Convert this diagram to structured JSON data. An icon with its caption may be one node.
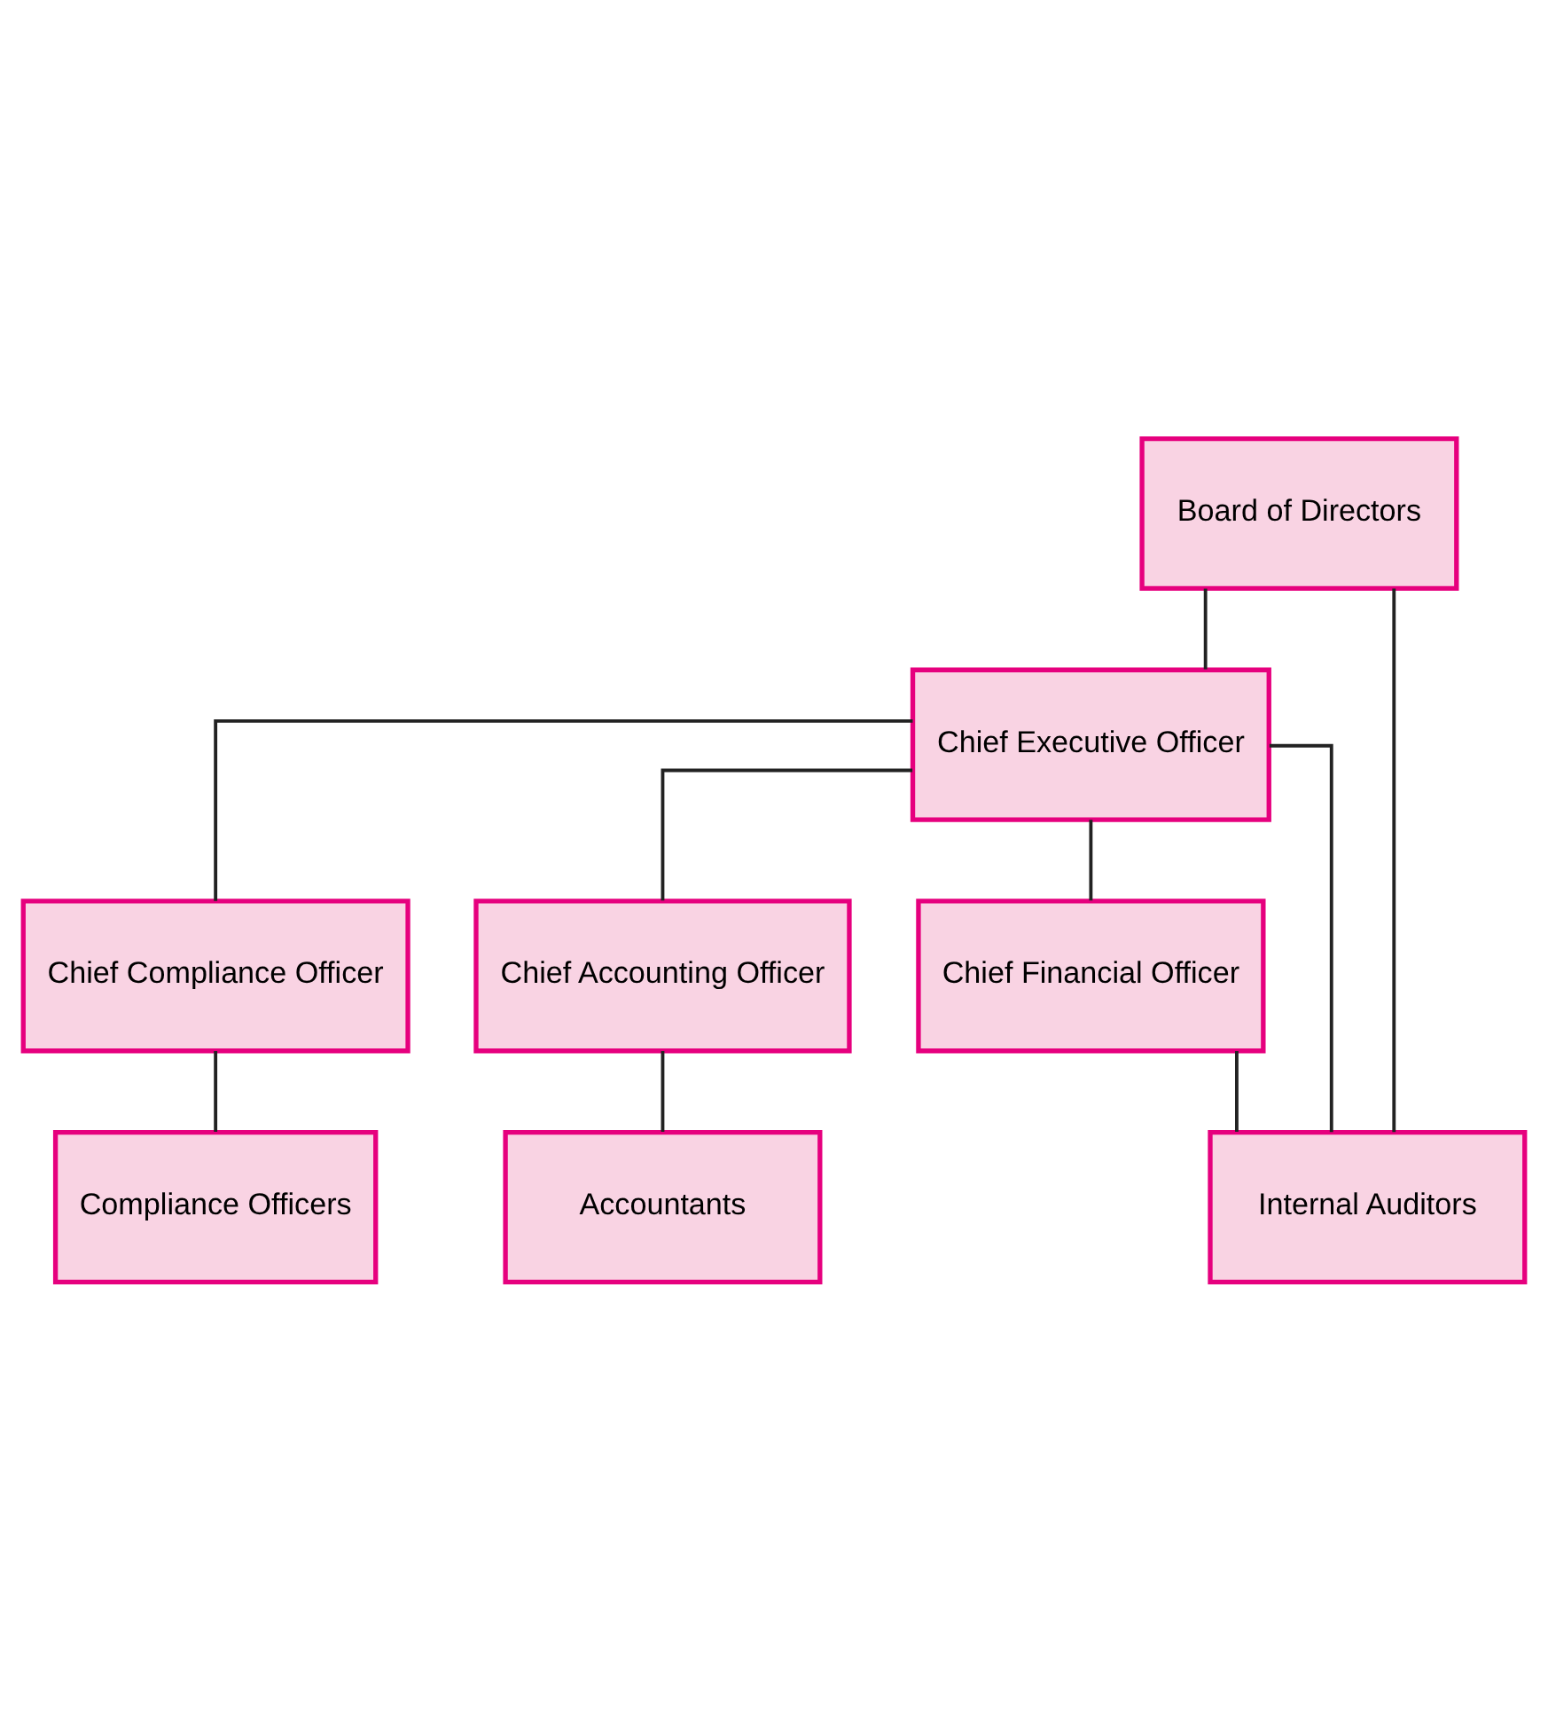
{
  "diagram": {
    "nodes": [
      {
        "text": [
          "Board of Directors"
        ]
      },
      {
        "text": [
          "Chief Executive Officer"
        ]
      },
      {
        "text": [
          "Chief Compliance Officer"
        ]
      },
      {
        "text": [
          "Chief Accounting Officer"
        ]
      },
      {
        "text": [
          "Chief Financial Officer"
        ]
      },
      {
        "text": [
          "Compliance Officers"
        ]
      },
      {
        "text": [
          "Accountants"
        ]
      },
      {
        "text": [
          "Internal Auditors"
        ]
      }
    ],
    "edges": [
      {
        "from": 0,
        "to": 1,
        "arrow": "none"
      },
      {
        "from": 1,
        "to": 2,
        "arrow": "none"
      },
      {
        "from": 1,
        "to": 3,
        "arrow": "none"
      },
      {
        "from": 1,
        "to": 4,
        "arrow": "none"
      },
      {
        "from": 2,
        "to": 5,
        "arrow": "none"
      },
      {
        "from": 3,
        "to": 6,
        "arrow": "none"
      },
      {
        "from": 0,
        "to": 7,
        "arrow": "none"
      },
      {
        "from": 1,
        "to": 7,
        "arrow": "none"
      },
      {
        "from": 4,
        "to": 7,
        "arrow": "none"
      }
    ]
  }
}
